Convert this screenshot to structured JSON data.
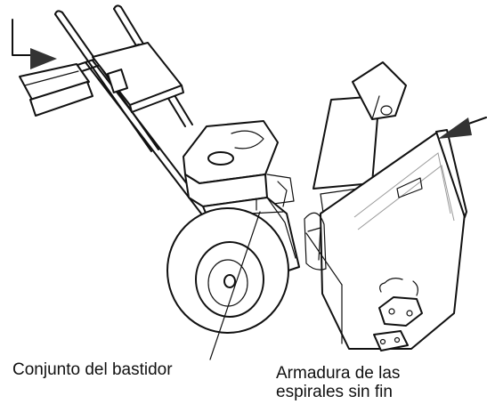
{
  "labels": {
    "frame_assembly": "Conjunto del bastidor",
    "auger_housing_line1": "Armadura de las",
    "auger_housing_line2": "espirales sin fin"
  },
  "icons": [
    "arrow-icon",
    "arrow-icon",
    "snowblower-illustration"
  ]
}
